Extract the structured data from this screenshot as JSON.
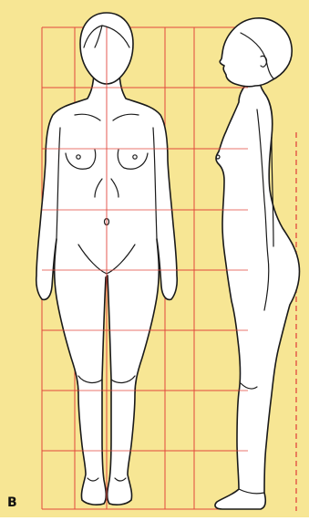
{
  "figure": {
    "plate_label": "B"
  },
  "colors": {
    "background": "#f7e694",
    "grid_line": "#e2483d",
    "outline": "#1a1a1a",
    "figure_fill": "#ffffff",
    "page": "#ffffff"
  },
  "views": [
    "front",
    "side"
  ]
}
